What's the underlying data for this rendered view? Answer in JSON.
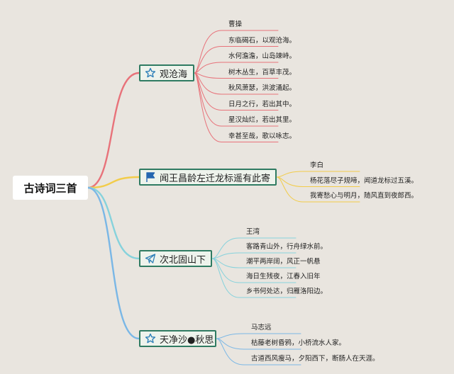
{
  "root": {
    "label": "古诗词三首"
  },
  "topics": [
    {
      "label": "观沧海",
      "icon": "star-icon",
      "color": "#e8727a",
      "lines": [
        "曹操",
        "东临碣石，以观沧海。",
        "水何澹澹，山岛竦峙。",
        "树木丛生，百草丰茂。",
        "秋风萧瑟，洪波涌起。",
        "日月之行，若出其中。",
        "星汉灿烂，若出其里。",
        "幸甚至哉，歌以咏志。"
      ]
    },
    {
      "label": "闻王昌龄左迁龙标遥有此寄",
      "icon": "flag-icon",
      "color": "#f2cc4a",
      "lines": [
        "李白",
        "杨花落尽子规啼，闻道龙标过五溪。",
        "我寄愁心与明月，随风直到夜郎西。"
      ]
    },
    {
      "label": "次北固山下",
      "icon": "paper-plane-icon",
      "color": "#86d2dc",
      "lines": [
        "王湾",
        "客路青山外，行舟绿水前。",
        "潮平两岸阔，风正一帆悬",
        "海日生残夜，江春入旧年",
        "乡书何处达，归雁洛阳边。"
      ]
    },
    {
      "label": "天净沙●秋思",
      "icon": "star-icon",
      "color": "#7ab7e6",
      "lines": [
        "马志远",
        "枯藤老树昏鸦，小桥流水人家。",
        "古道西风瘦马，夕阳西下，断肠人在天涯。"
      ]
    }
  ]
}
